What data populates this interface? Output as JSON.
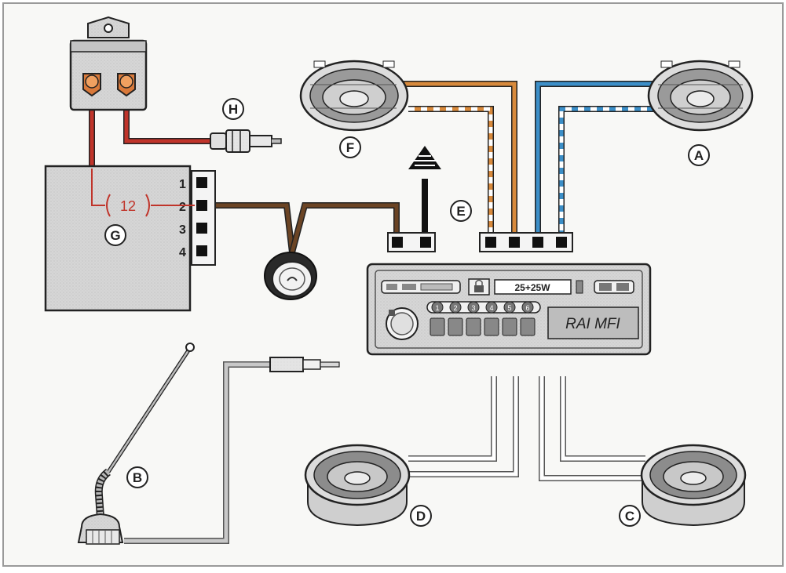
{
  "labels": {
    "A": "A",
    "B": "B",
    "C": "C",
    "D": "D",
    "E": "E",
    "F": "F",
    "G": "G",
    "H": "H"
  },
  "module": {
    "pins": [
      "1",
      "2",
      "3",
      "4"
    ],
    "fuse_value": "12"
  },
  "radio": {
    "power_text": "25+25W",
    "station_text": "RAI MFI",
    "presets": [
      "1",
      "2",
      "3",
      "4",
      "5",
      "6"
    ]
  },
  "colors": {
    "background": "#f8f8f6",
    "red_wire": "#c0342a",
    "brown_wire": "#6b4424",
    "orange_wire": "#d88a3c",
    "blue_wire": "#3c8fc8",
    "grey_wire": "#a9a9a9"
  }
}
